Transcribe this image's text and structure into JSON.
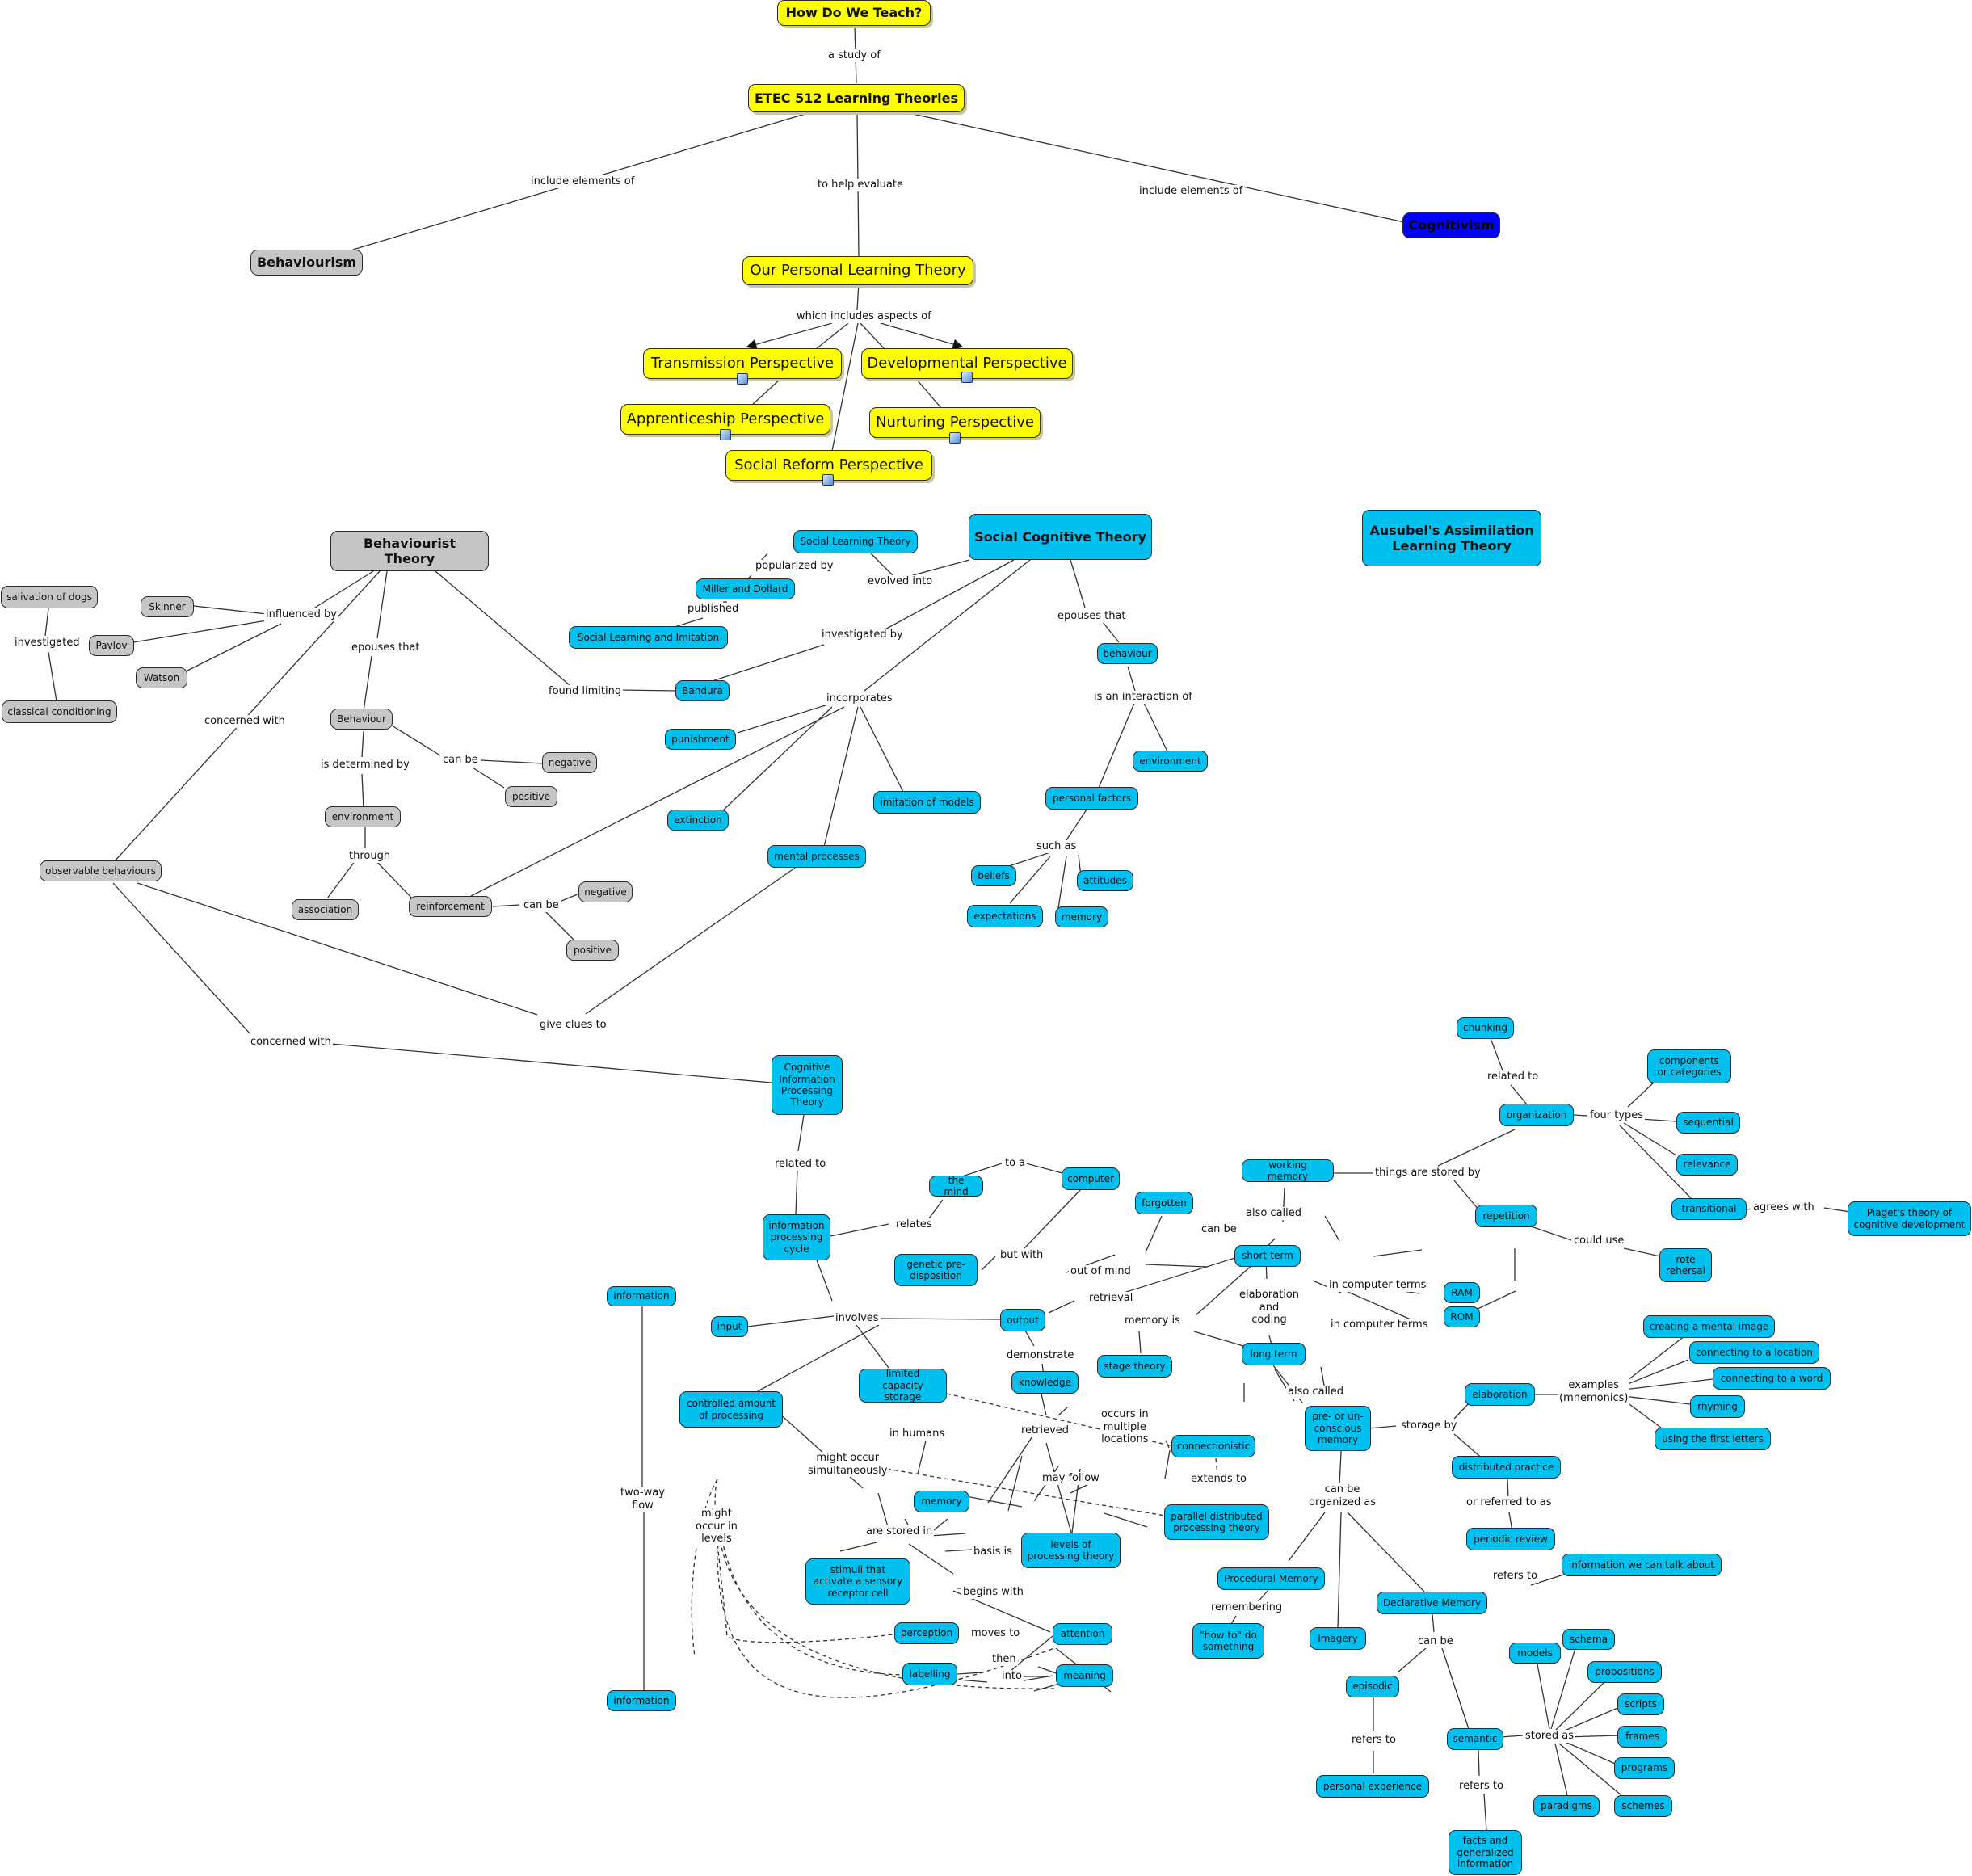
{
  "colors": {
    "yellow": "#ffff00",
    "blue": "#00c0f0",
    "gray": "#c6c6c6",
    "darkblue": "#0000ff",
    "line": "#333333"
  },
  "nodes": {
    "how_teach": "How Do We Teach?",
    "etec": "ETEC 512 Learning Theories",
    "behaviourism": "Behaviourism",
    "cognitivism": "Cognitivism",
    "personal_theory": "Our Personal Learning Theory",
    "transmission": "Transmission Perspective",
    "developmental": "Developmental Perspective",
    "apprenticeship": "Apprenticeship Perspective",
    "nurturing": "Nurturing Perspective",
    "social_reform": "Social Reform Perspective",
    "behaviourist_theory": "Behaviourist Theory",
    "social_learning_theory": "Social Learning Theory",
    "social_cognitive": "Social Cognitive Theory",
    "ausubel": "Ausubel's Assimilation Learning Theory",
    "salivation": "salivation of dogs",
    "skinner": "Skinner",
    "pavlov": "Pavlov",
    "watson": "Watson",
    "classical": "classical conditioning",
    "behaviour_gray": "Behaviour",
    "negative1": "negative",
    "positive1": "positive",
    "environment_gray": "environment",
    "association": "association",
    "reinforcement": "reinforcement",
    "negative2": "negative",
    "positive2": "positive",
    "observable": "observable behaviours",
    "miller": "Miller and Dollard",
    "sli": "Social Learning and Imitation",
    "bandura": "Bandura",
    "punishment": "punishment",
    "extinction": "extinction",
    "imitation": "imitation of models",
    "mental": "mental processes",
    "behaviour_blue": "behaviour",
    "environment_blue": "environment",
    "personal_factors": "personal factors",
    "beliefs": "beliefs",
    "attitudes": "attitudes",
    "expectations": "expectations",
    "memory_sc": "memory",
    "cip": "Cognitive Information Processing Theory",
    "ipc": "information processing cycle",
    "the_mind": "the mind",
    "computer": "computer",
    "genetic": "genetic pre-disposition",
    "information_top": "information",
    "information_bottom": "information",
    "input": "input",
    "output": "output",
    "forgotten": "forgotten",
    "working_memory": "working memory",
    "short_term": "short-term",
    "ram": "RAM",
    "rom": "ROM",
    "long_term": "long term",
    "stage_theory": "stage theory",
    "knowledge": "knowledge",
    "limited_capacity": "limited capacity storage",
    "controlled": "controlled amount of processing",
    "connectionistic": "connectionistic",
    "parallel": "parallel distributed processing theory",
    "memory_cip": "memory",
    "levels": "levels of processing theory",
    "stimuli": "stimuli that activate a sensory receptor cell",
    "perception": "perception",
    "attention": "attention",
    "labelling": "labelling",
    "meaning": "meaning",
    "preconscious": "pre- or un- conscious memory",
    "procedural": "Procedural Memory",
    "how_to": "\"how to\" do something",
    "imagery": "Imagery",
    "declarative": "Declarative Memory",
    "episodic": "episodic",
    "personal_experience": "personal experience",
    "semantic": "semantic",
    "facts": "facts and generalized information",
    "models": "models",
    "schema": "schema",
    "propositions": "propositions",
    "scripts": "scripts",
    "frames": "frames",
    "programs": "programs",
    "paradigms": "paradigms",
    "schemes": "schemes",
    "elaboration": "elaboration",
    "distributed": "distributed practice",
    "periodic": "periodic review",
    "info_talk": "information we can talk about",
    "creating_image": "creating a mental image",
    "connecting_location": "connecting to a location",
    "connecting_word": "connecting to a word",
    "rhyming": "rhyming",
    "first_letters": "using the first letters",
    "chunking": "chunking",
    "organization": "organization",
    "components": "components or categories",
    "sequential": "sequential",
    "relevance": "relevance",
    "transitional": "transitional",
    "piaget": "Piaget's theory of cognitive development",
    "repetition": "repetition",
    "rote": "rote rehersal"
  },
  "links": {
    "a_study_of": "a study of",
    "include_elements_left": "include elements of",
    "to_help_evaluate": "to help evaluate",
    "include_elements_right": "include elements of",
    "which_includes": "which includes aspects of",
    "influenced_by": "influenced by",
    "investigated": "investigated",
    "epouses_that_left": "epouses that",
    "concerned_with_top": "concerned with",
    "found_limiting": "found limiting",
    "can_be_1": "can be",
    "is_determined_by": "is determined by",
    "through": "through",
    "can_be_2": "can be",
    "popularized_by": "popularized by",
    "evolved_into": "evolved into",
    "published": "published",
    "investigated_by": "investigated by",
    "incorporates": "incorporates",
    "epouses_that_right": "epouses that",
    "is_interaction": "is an interaction of",
    "such_as": "such as",
    "give_clues": "give clues to",
    "concerned_with_bottom": "concerned with",
    "related_to_cip": "related to",
    "relates": "relates",
    "to_a": "to a",
    "but_with": "but with",
    "involves": "involves",
    "two_way": "two-way\nflow",
    "out_of_mind": "out of mind",
    "retrieval": "retrieval",
    "can_be_forgotten": "can be",
    "also_called_1": "also called",
    "things_stored": "things are stored by",
    "in_computer_terms_1": "in computer terms",
    "in_computer_terms_2": "in computer terms",
    "elaboration_coding": "elaboration\nand\ncoding",
    "memory_is": "memory is",
    "demonstrate": "demonstrate",
    "also_called_2": "also called",
    "in_humans": "in humans",
    "retrieved": "retrieved",
    "occurs_multiple": "occurs in\nmultiple\nlocations",
    "extends_to": "extends to",
    "might_simultaneously": "might occur\nsimultaneously",
    "may_follow": "may follow",
    "might_levels": "might\noccur in\nlevels",
    "are_stored_in": "are stored in",
    "basis_is": "basis is",
    "begins_with": "begins with",
    "moves_to": "moves to",
    "then": "then",
    "into": "into",
    "storage_by": "storage by",
    "or_referred": "or referred to as",
    "can_be_organized": "can be\norganized as",
    "remembering": "remembering",
    "refers_to_decl": "refers to",
    "can_be_decl": "can be",
    "refers_to_epi": "refers to",
    "refers_to_sem": "refers to",
    "stored_as": "stored as",
    "examples": "examples\n(mnemonics)",
    "related_to_chunk": "related to",
    "four_types": "four types",
    "agrees_with": "agrees with",
    "could_use": "could use"
  }
}
